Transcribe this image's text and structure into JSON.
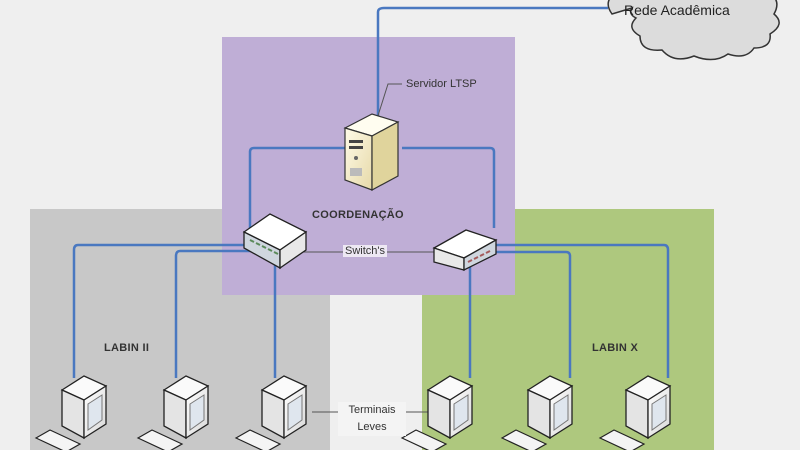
{
  "title": "LTSP network topology",
  "cloud": {
    "label": "Rede Acadêmica"
  },
  "server": {
    "label": "Servidor LTSP"
  },
  "zones": {
    "coordination": {
      "label": "COORDENAÇÃO",
      "color": "#bfaed6"
    },
    "labin2": {
      "label": "LABIN II",
      "color": "#c8c8c8"
    },
    "labinx": {
      "label": "LABIN X",
      "color": "#aec87e"
    }
  },
  "switches": {
    "label": "Switch's"
  },
  "terminals": {
    "label_line1": "Terminais",
    "label_line2": "Leves"
  },
  "colors": {
    "link": "#4a78c0",
    "link_dark": "#4d7fa8",
    "background": "#efefef"
  }
}
